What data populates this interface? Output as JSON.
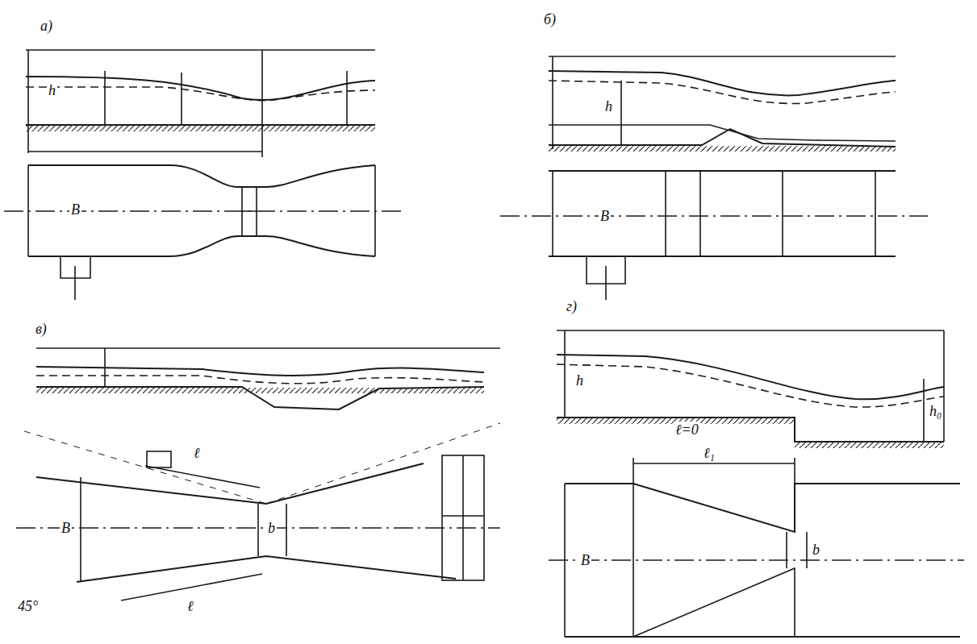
{
  "diagram": {
    "labels": [
      "а)",
      "h",
      "B",
      "б)",
      "h",
      "B",
      "в)",
      "B",
      "ℓ",
      "ℓ",
      "b",
      "45°",
      "г)",
      "h",
      "ℓ=0",
      "h₀",
      "B",
      "ℓ₁",
      "b"
    ]
  }
}
